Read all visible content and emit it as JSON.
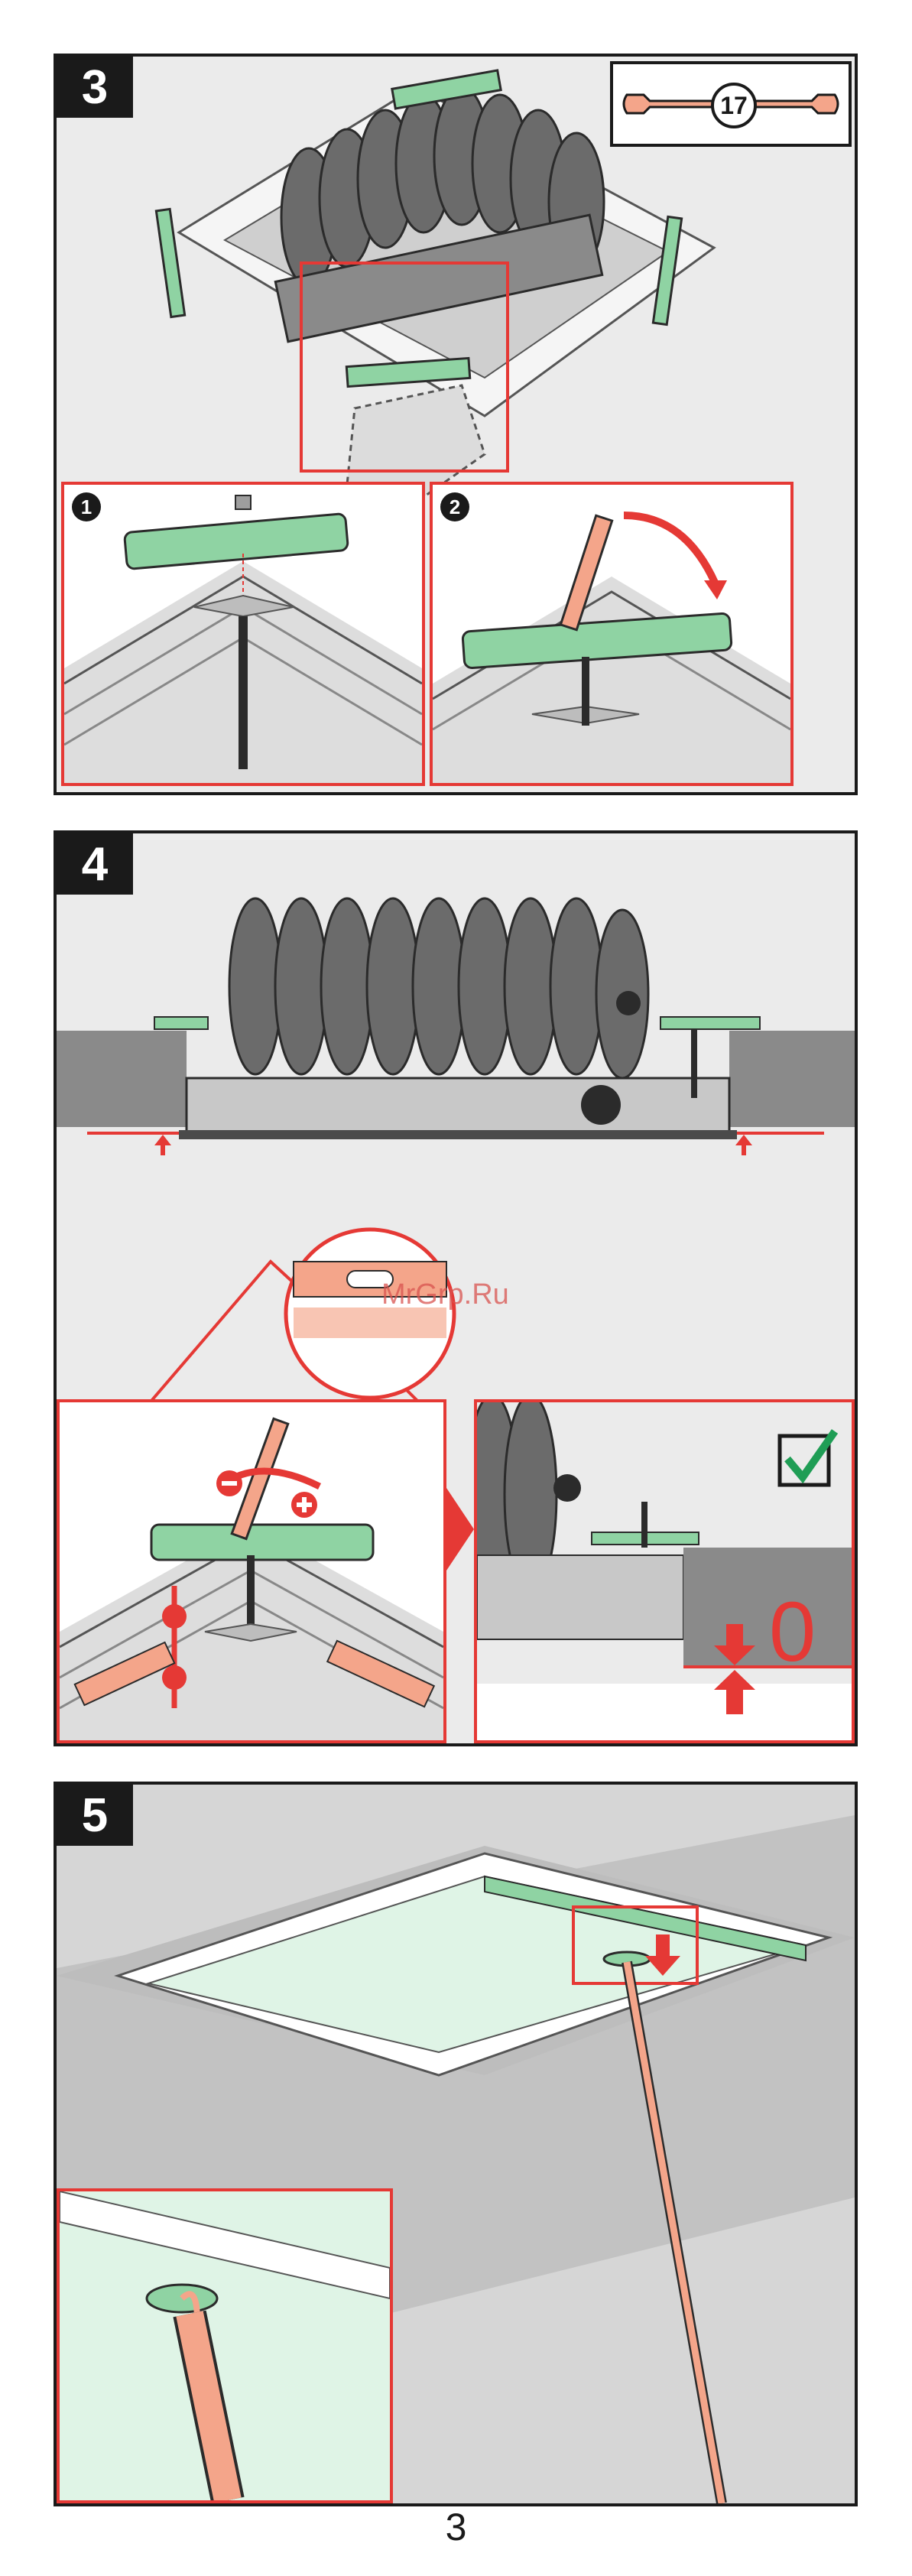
{
  "steps": [
    {
      "number": "3",
      "tool_size": "17",
      "substeps": [
        "1",
        "2"
      ]
    },
    {
      "number": "4",
      "level_label": "0"
    },
    {
      "number": "5"
    }
  ],
  "watermark": "MrGrp.Ru",
  "page_number": "3",
  "colors": {
    "accent_red": "#e53935",
    "green": "#8fd3a3",
    "salmon": "#f4a58a",
    "dark": "#1a1a1a"
  },
  "icons": [
    "wrench-icon",
    "checkmark-icon",
    "arrow-up-icon",
    "arrow-down-icon",
    "rotate-arrow-icon",
    "plus-icon",
    "minus-icon"
  ]
}
